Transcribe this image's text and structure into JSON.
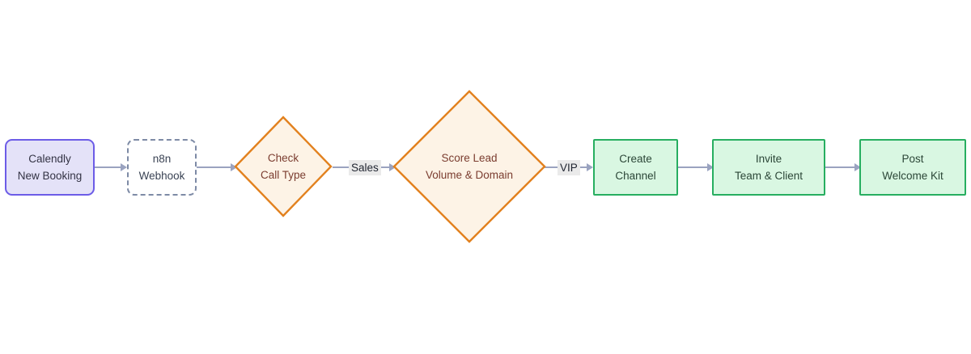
{
  "diagram": {
    "type": "flowchart",
    "orientation": "left-to-right",
    "background_color": "#ffffff",
    "nodes": [
      {
        "id": "calendly",
        "shape": "rounded-rectangle",
        "line1": "Calendly",
        "line2": "New Booking",
        "fill": "#e4e2f8",
        "stroke": "#6c5ce7",
        "text_color": "#333344"
      },
      {
        "id": "n8n",
        "shape": "dashed-rounded-rectangle",
        "line1": "n8n",
        "line2": "Webhook",
        "fill": "#ffffff",
        "stroke": "#7d8aa5",
        "text_color": "#3a4354"
      },
      {
        "id": "check-call-type",
        "shape": "diamond",
        "line1": "Check",
        "line2": "Call Type",
        "fill": "#fdf3e6",
        "stroke": "#e2811e",
        "text_color": "#7a3c2f"
      },
      {
        "id": "score-lead",
        "shape": "diamond",
        "line1": "Score Lead",
        "line2": "Volume & Domain",
        "fill": "#fdf3e6",
        "stroke": "#e2811e",
        "text_color": "#7a3c2f"
      },
      {
        "id": "create-channel",
        "shape": "rectangle",
        "line1": "Create",
        "line2": "Channel",
        "fill": "#d9f7e2",
        "stroke": "#27ae60",
        "text_color": "#2b4637"
      },
      {
        "id": "invite-team-client",
        "shape": "rectangle",
        "line1": "Invite",
        "line2": "Team & Client",
        "fill": "#d9f7e2",
        "stroke": "#27ae60",
        "text_color": "#2b4637"
      },
      {
        "id": "post-welcome-kit",
        "shape": "rectangle",
        "line1": "Post",
        "line2": "Welcome Kit",
        "fill": "#d9f7e2",
        "stroke": "#27ae60",
        "text_color": "#2b4637"
      }
    ],
    "edges": [
      {
        "id": "e1",
        "from": "calendly",
        "to": "n8n",
        "label": ""
      },
      {
        "id": "e2",
        "from": "n8n",
        "to": "check-call-type",
        "label": ""
      },
      {
        "id": "e3",
        "from": "check-call-type",
        "to": "score-lead",
        "label": "Sales"
      },
      {
        "id": "e4",
        "from": "score-lead",
        "to": "create-channel",
        "label": "VIP"
      },
      {
        "id": "e5",
        "from": "create-channel",
        "to": "invite-team-client",
        "label": ""
      },
      {
        "id": "e6",
        "from": "invite-team-client",
        "to": "post-welcome-kit",
        "label": ""
      }
    ],
    "edge_color": "#9aa3c0",
    "edge_label_bg": "#eaeaea"
  }
}
